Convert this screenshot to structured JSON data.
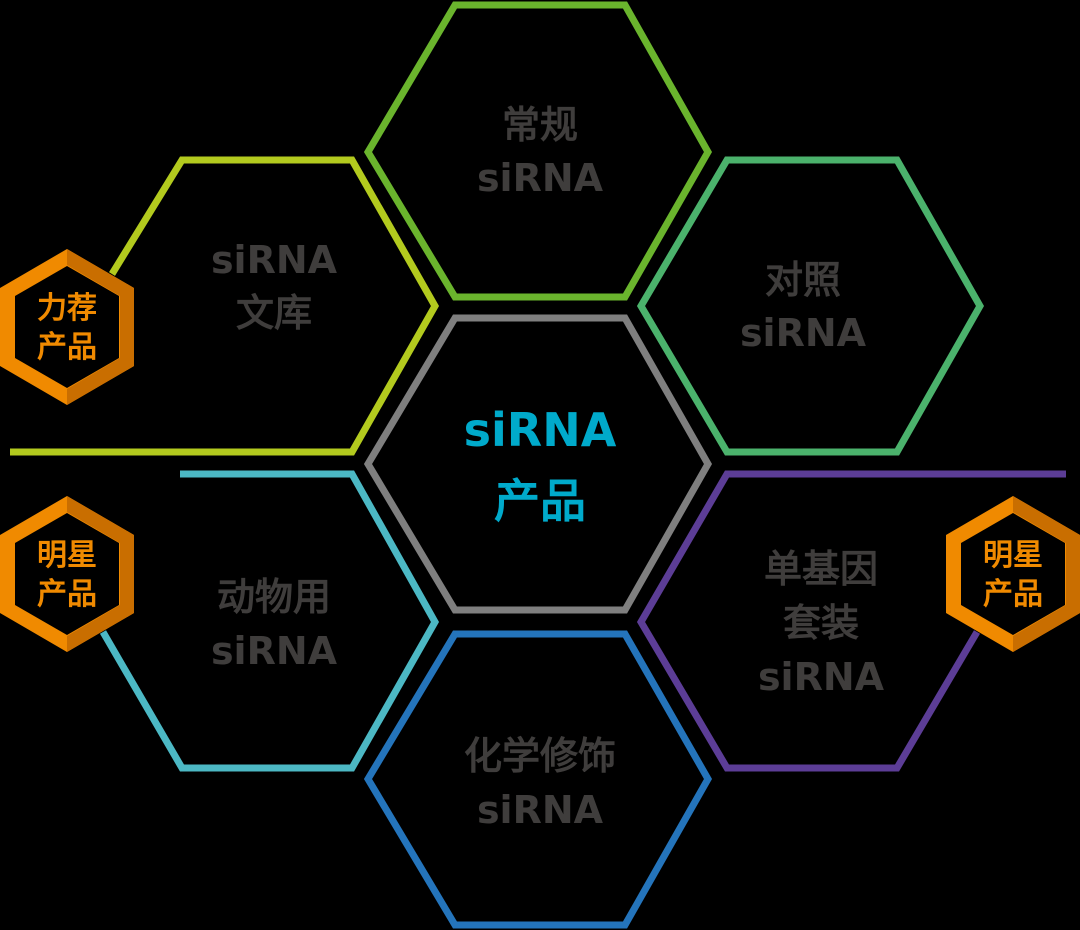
{
  "diagram": {
    "title": "siRNA产品",
    "center": {
      "line1": "siRNA",
      "line2": "产品",
      "color": "#00aacb",
      "stroke": "#7f7f7f"
    },
    "nodes": [
      {
        "id": "conventional",
        "line1": "常规",
        "line2": "siRNA",
        "stroke": "#6ab42d"
      },
      {
        "id": "library",
        "line1": "siRNA",
        "line2": "文库",
        "stroke": "#b3ca1e"
      },
      {
        "id": "control",
        "line1": "对照",
        "line2": "siRNA",
        "stroke": "#4bb26c"
      },
      {
        "id": "animal",
        "line1": "动物用",
        "line2": "siRNA",
        "stroke": "#4cb8c4"
      },
      {
        "id": "single-gene-kit",
        "line1": "单基因",
        "line2": "套装",
        "line3": "siRNA",
        "stroke": "#5c3d96"
      },
      {
        "id": "chemically-modified",
        "line1": "化学修饰",
        "line2": "siRNA",
        "stroke": "#2474bb"
      }
    ],
    "badges": [
      {
        "id": "recommended",
        "line1": "力荐",
        "line2": "产品",
        "attached_to": "library"
      },
      {
        "id": "star-left",
        "line1": "明星",
        "line2": "产品",
        "attached_to": "animal"
      },
      {
        "id": "star-right",
        "line1": "明星",
        "line2": "产品",
        "attached_to": "single-gene-kit"
      }
    ],
    "colors": {
      "badge_orange": "#f08a00",
      "badge_shade": "#c96e00",
      "label_gray": "#3f3d3c",
      "background": "#000000"
    }
  }
}
